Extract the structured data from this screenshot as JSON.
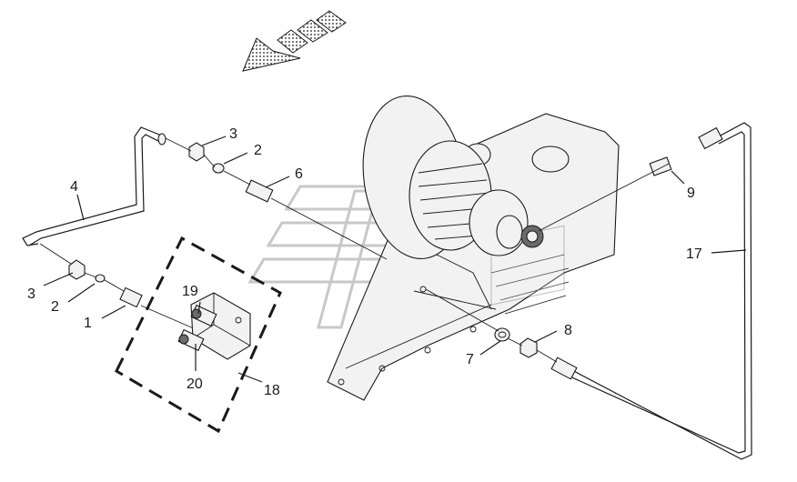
{
  "callouts": [
    {
      "id": "1",
      "text": "1"
    },
    {
      "id": "2a",
      "text": "2"
    },
    {
      "id": "2b",
      "text": "2"
    },
    {
      "id": "3a",
      "text": "3"
    },
    {
      "id": "3b",
      "text": "3"
    },
    {
      "id": "4",
      "text": "4"
    },
    {
      "id": "6",
      "text": "6"
    },
    {
      "id": "7",
      "text": "7"
    },
    {
      "id": "8",
      "text": "8"
    },
    {
      "id": "9",
      "text": "9"
    },
    {
      "id": "17",
      "text": "17"
    },
    {
      "id": "18",
      "text": "18"
    },
    {
      "id": "19",
      "text": "19"
    },
    {
      "id": "20",
      "text": "20"
    }
  ],
  "colors": {
    "ink": "#1a1a1a",
    "watermark": "#c8c8c8",
    "background": "#ffffff"
  }
}
